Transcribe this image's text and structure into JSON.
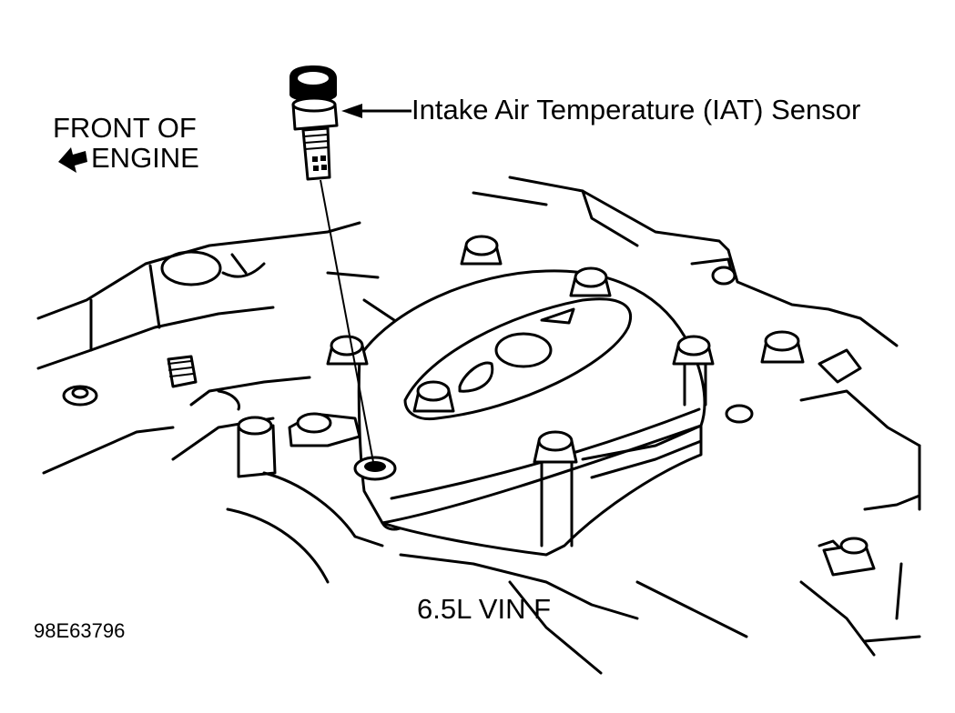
{
  "diagram": {
    "labels": {
      "front_line1": "FRONT OF",
      "front_line2": "ENGINE",
      "sensor": "Intake Air Temperature (IAT) Sensor",
      "engine_code": "6.5L VIN F",
      "reference": "98E63796"
    },
    "icons": [
      "front-direction-arrow-icon",
      "callout-arrow-icon",
      "iat-sensor-icon"
    ]
  }
}
